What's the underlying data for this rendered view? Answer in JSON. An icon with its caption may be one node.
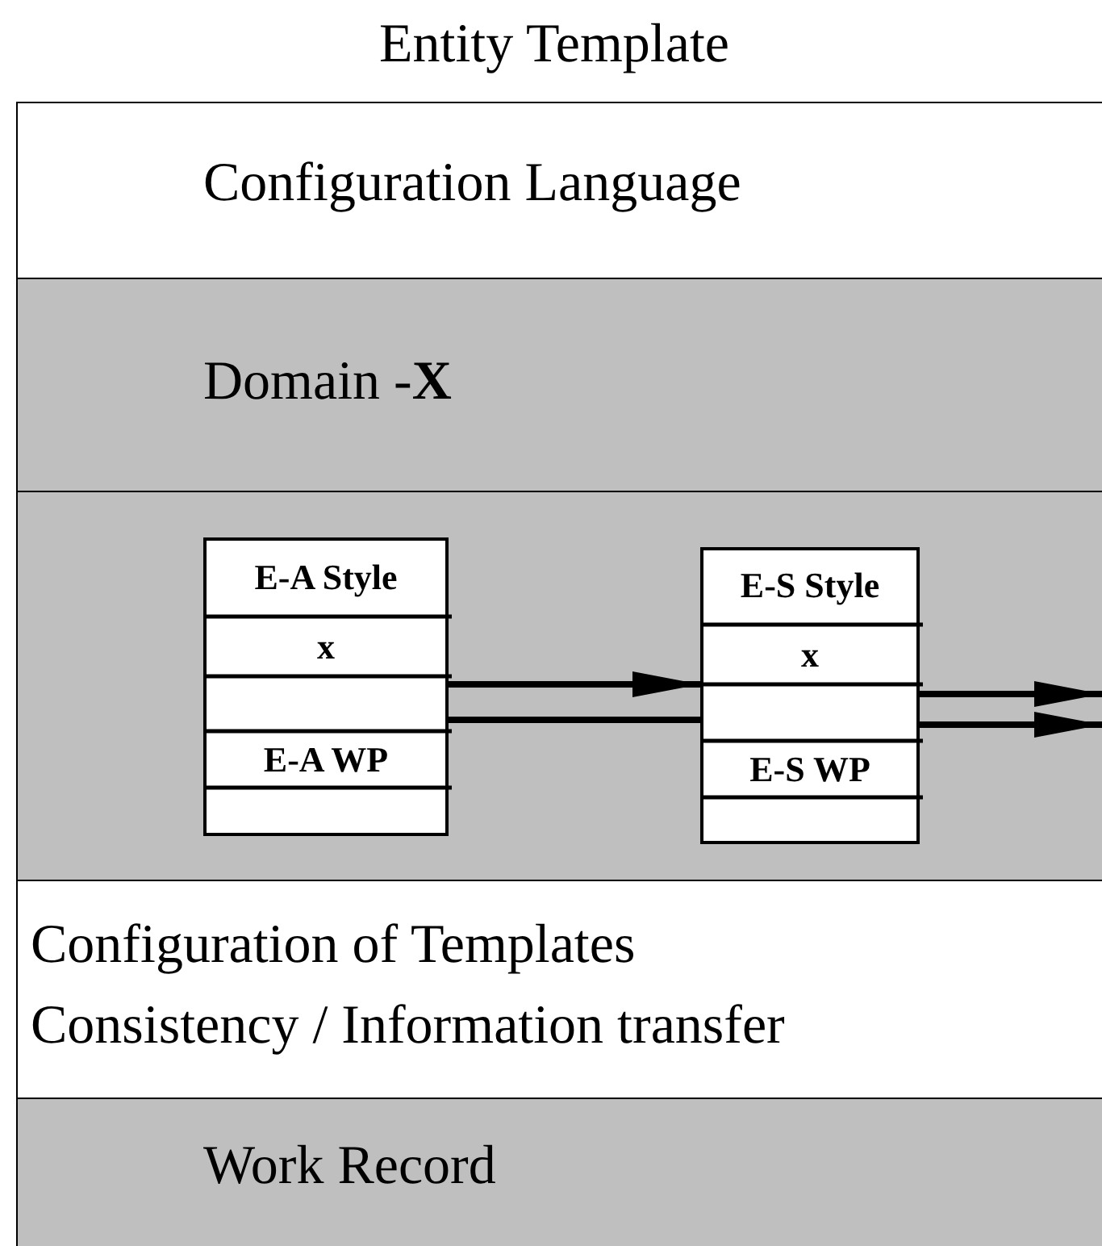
{
  "diagram": {
    "title": "Entity Template",
    "nodes": [
      {
        "text": [
          "Configuration Language"
        ]
      },
      {
        "text": [
          "Domain -**X**"
        ]
      },
      {
        "text": [],
        "shape": "box"
      },
      {
        "text": [
          "E-A Style",
          "x",
          "E-A WP"
        ],
        "in": 2
      },
      {
        "text": [
          "E-S Style",
          "x",
          "E-S WP"
        ],
        "in": 2
      },
      {
        "text": [
          "Configuration of Templates",
          "Consistency / Information transfer"
        ]
      },
      {
        "text": [
          "Work Record"
        ]
      }
    ],
    "edges": [
      {
        "from": 3,
        "to": 4,
        "arrow": "to"
      },
      {
        "from": 3,
        "to": 4,
        "arrow": "none"
      },
      {
        "from": 4,
        "to": null,
        "arrow": "to"
      },
      {
        "from": 4,
        "to": null,
        "arrow": "to"
      }
    ]
  }
}
